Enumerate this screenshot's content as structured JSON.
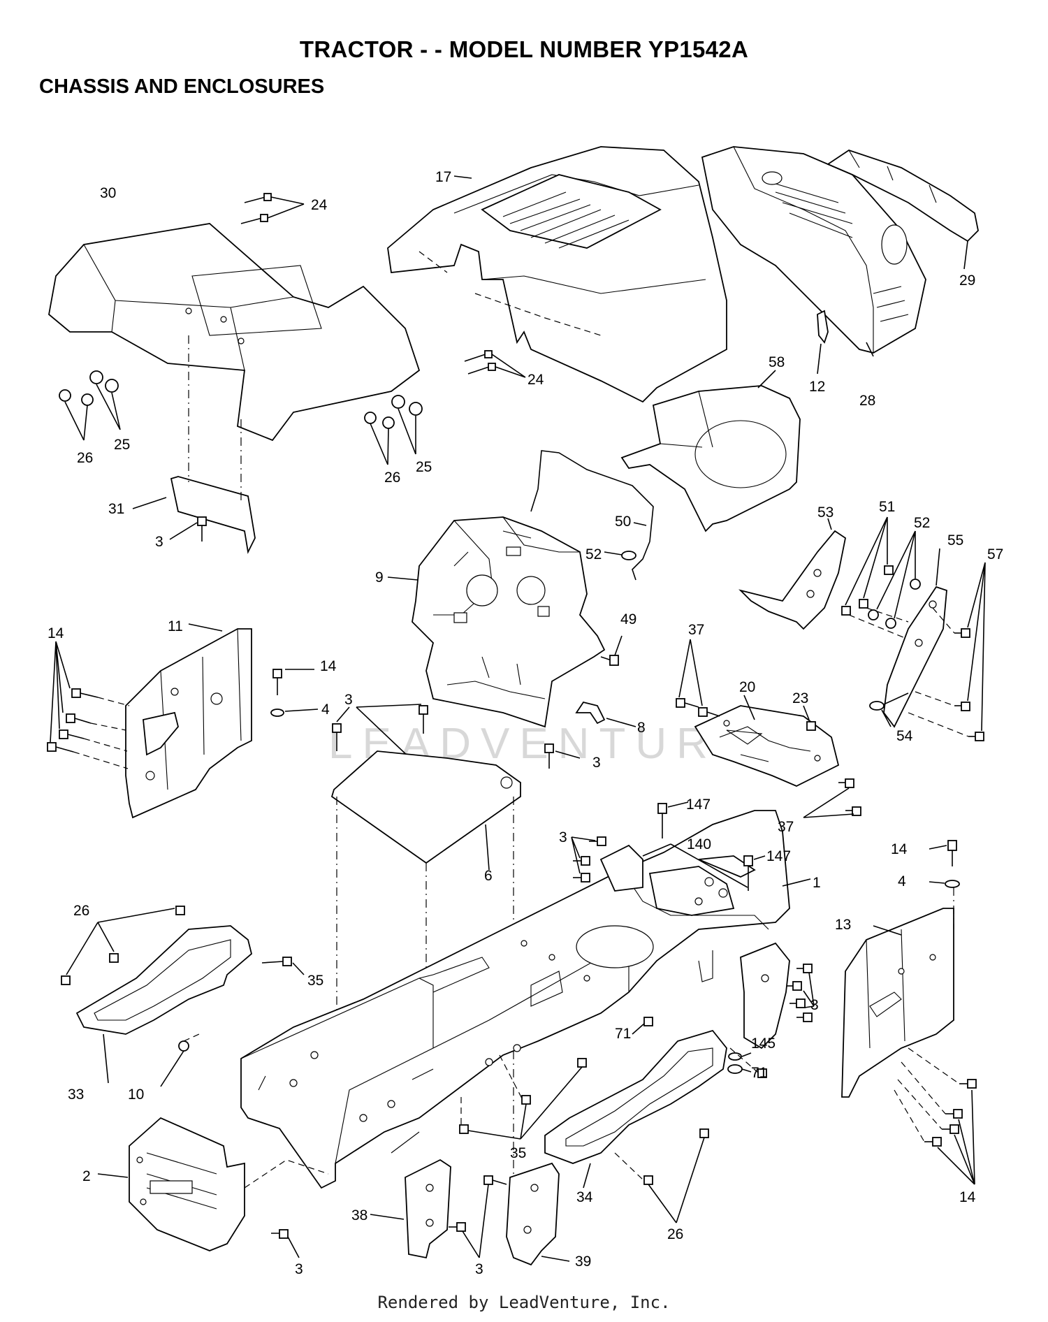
{
  "header": {
    "title": "TRACTOR - - MODEL NUMBER YP1542A",
    "subtitle": "CHASSIS AND ENCLOSURES"
  },
  "watermark": "LEADVENTURE",
  "footer": "Rendered by LeadVenture, Inc.",
  "callouts": {
    "c1": "1",
    "c2": "2",
    "c3a": "3",
    "c3b": "3",
    "c3c": "3",
    "c3d": "3",
    "c3e": "3",
    "c3f": "3",
    "c3g": "3",
    "c4a": "4",
    "c4b": "4",
    "c6": "6",
    "c8": "8",
    "c9": "9",
    "c10": "10",
    "c11": "11",
    "c12": "12",
    "c13": "13",
    "c14a": "14",
    "c14b": "14",
    "c14c": "14",
    "c14d": "14",
    "c17": "17",
    "c20": "20",
    "c23": "23",
    "c24a": "24",
    "c24b": "24",
    "c25a": "25",
    "c25b": "25",
    "c26a": "26",
    "c26b": "26",
    "c26c": "26",
    "c26d": "26",
    "c28": "28",
    "c29": "29",
    "c30": "30",
    "c31": "31",
    "c33": "33",
    "c34": "34",
    "c35a": "35",
    "c35b": "35",
    "c37a": "37",
    "c37b": "37",
    "c38": "38",
    "c39": "39",
    "c49": "49",
    "c50": "50",
    "c51": "51",
    "c52a": "52",
    "c52b": "52",
    "c53": "53",
    "c54": "54",
    "c55": "55",
    "c57": "57",
    "c58": "58",
    "c71a": "71",
    "c71b": "71",
    "c140": "140",
    "c145": "145",
    "c147a": "147",
    "c147b": "147"
  }
}
